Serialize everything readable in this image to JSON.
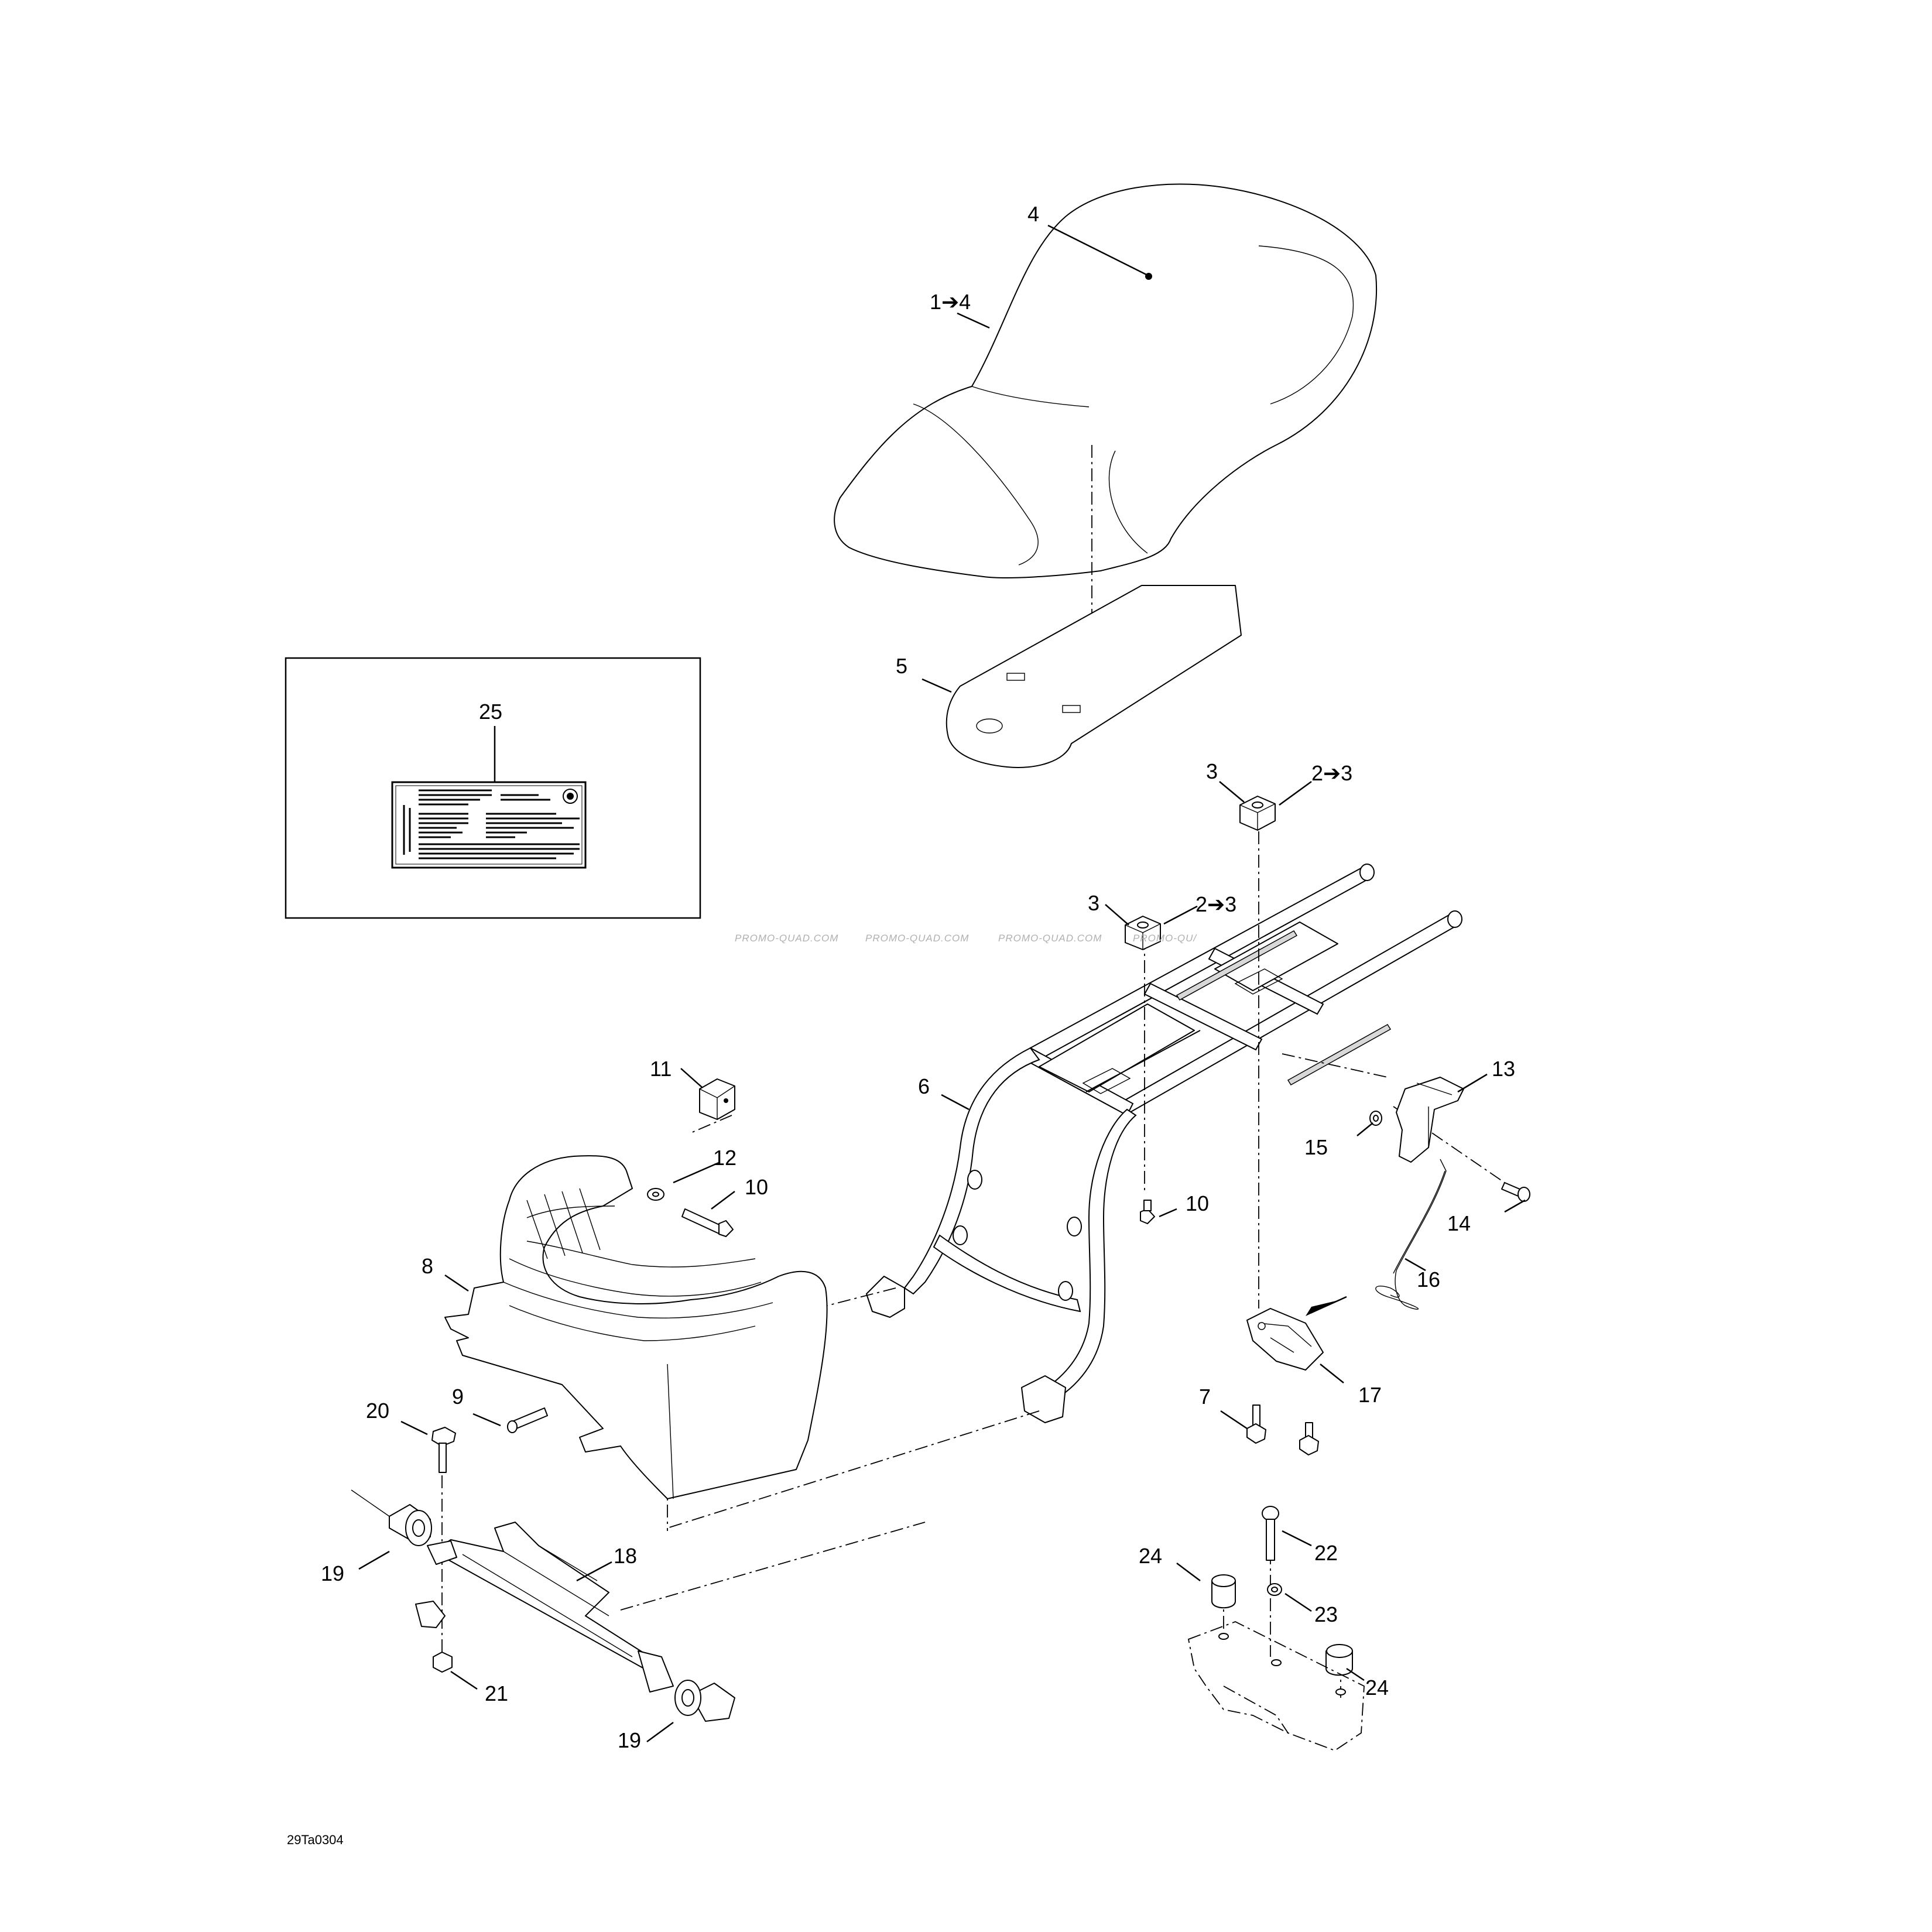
{
  "diagram": {
    "drawing_code": "29Ta0304",
    "watermark": [
      "PROMO-QUAD.COM",
      "PROMO-QUAD.COM",
      "PROMO-QUAD.COM",
      "PROMO-QU/"
    ],
    "callouts": {
      "c4": "4",
      "c1to4": "1➔4",
      "c5": "5",
      "c25": "25",
      "c3a": "3",
      "c2to3a": "2➔3",
      "c3b": "3",
      "c2to3b": "2➔3",
      "c11": "11",
      "c6": "6",
      "c13": "13",
      "c12": "12",
      "c10a": "10",
      "c15": "15",
      "c10b": "10",
      "c14": "14",
      "c8": "8",
      "c16": "16",
      "c9": "9",
      "c7": "7",
      "c17": "17",
      "c20": "20",
      "c18": "18",
      "c22": "22",
      "c24a": "24",
      "c19a": "19",
      "c23": "23",
      "c24b": "24",
      "c21": "21",
      "c19b": "19"
    }
  }
}
